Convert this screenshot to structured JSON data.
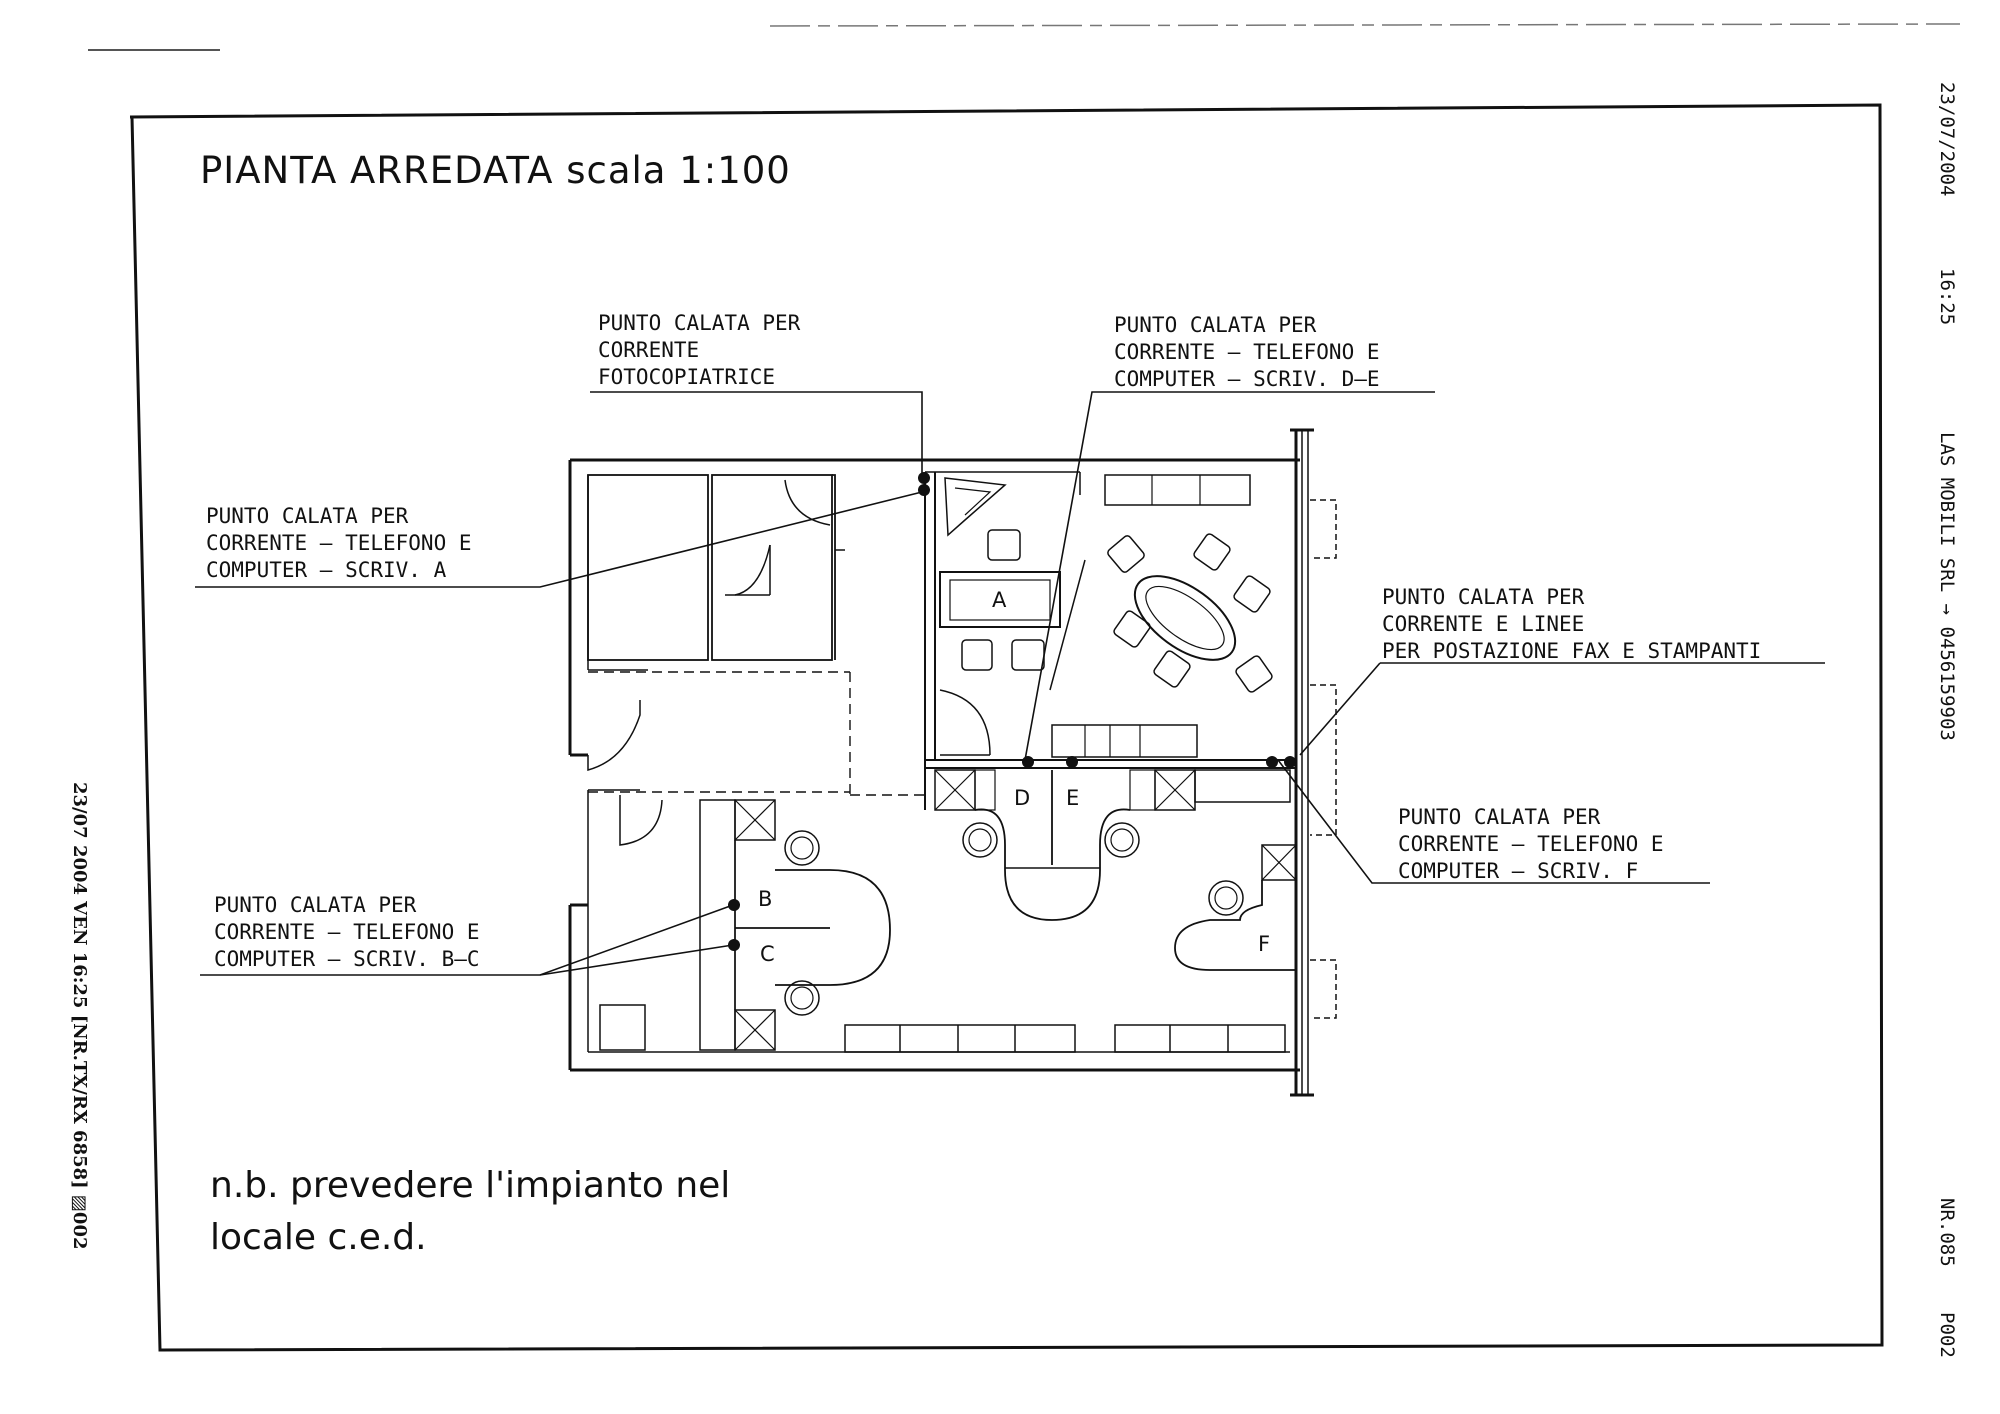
{
  "drawing": {
    "title": "PIANTA ARREDATA scala 1:100",
    "note": [
      "n.b. prevedere l'impianto nel",
      "locale c.e.d."
    ]
  },
  "callouts": {
    "fotocopiatrice": [
      "PUNTO CALATA PER",
      "CORRENTE",
      "FOTOCOPIATRICE"
    ],
    "scriv_de": [
      "PUNTO CALATA PER",
      "CORRENTE – TELEFONO E",
      "COMPUTER – SCRIV. D–E"
    ],
    "scriv_a": [
      "PUNTO CALATA PER",
      "CORRENTE – TELEFONO E",
      "COMPUTER – SCRIV. A"
    ],
    "fax": [
      "PUNTO CALATA PER",
      "CORRENTE E LINEE",
      "PER POSTAZIONE FAX E STAMPANTI"
    ],
    "scriv_f": [
      "PUNTO CALATA PER",
      "CORRENTE – TELEFONO E",
      "COMPUTER – SCRIV. F"
    ],
    "scriv_bc": [
      "PUNTO CALATA PER",
      "CORRENTE – TELEFONO E",
      "COMPUTER – SCRIV. B–C"
    ]
  },
  "desk_labels": {
    "a": "A",
    "b": "B",
    "c": "C",
    "d": "D",
    "e": "E",
    "f": "F"
  },
  "fax_header": {
    "right_date": "23/07/2004",
    "right_time": "16:25",
    "right_sender": "LAS MOBILI SRL → 0456159903",
    "right_nr": "NR.085",
    "right_page": "P002",
    "left_line": "23/07 2004 VEN 16:25 [NR.TX/RX 6858] ▨002"
  },
  "colors": {
    "ink": "#111111",
    "paper": "#ffffff"
  }
}
